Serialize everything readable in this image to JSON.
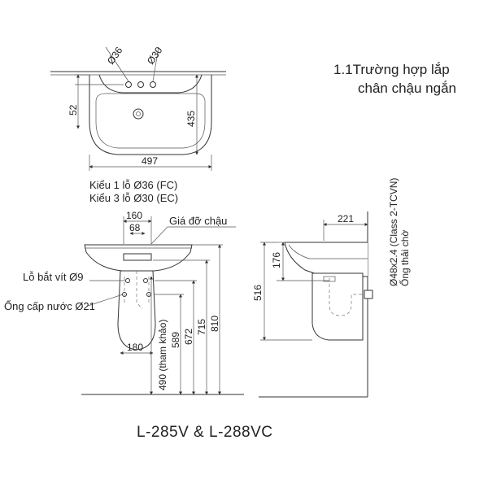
{
  "heading": {
    "line1": "1.1Trường hợp lắp",
    "line2": "chân chậu ngắn"
  },
  "model": "L-285V & L-288VC",
  "top_view": {
    "dim_hole_36": "Ø36",
    "dim_hole_30": "Ø30",
    "dim_52": "52",
    "dim_435": "435",
    "dim_497": "497",
    "type1": "Kiểu 1 lỗ Ø36 (FC)",
    "type3": "Kiểu 3 lỗ Ø30 (EC)"
  },
  "front_view": {
    "dim_160": "160",
    "dim_68": "68",
    "bracket_label": "Giá đỡ chậu",
    "screw_hole_label": "Lỗ bắt vít Ø9",
    "water_pipe_label": "Ống cấp nước Ø21",
    "dim_180": "180",
    "dim_490": "490 (tham khảo)",
    "dim_589": "589",
    "dim_672": "672",
    "dim_715": "715",
    "dim_810": "810"
  },
  "side_view": {
    "dim_221": "221",
    "dim_176": "176",
    "dim_516": "516",
    "drain_spec": "Ø48x2.4 (Class 2-TCVN)",
    "drain_label": "Ống thải chờ"
  },
  "colors": {
    "line": "#333333",
    "text": "#222222",
    "background": "#ffffff"
  }
}
